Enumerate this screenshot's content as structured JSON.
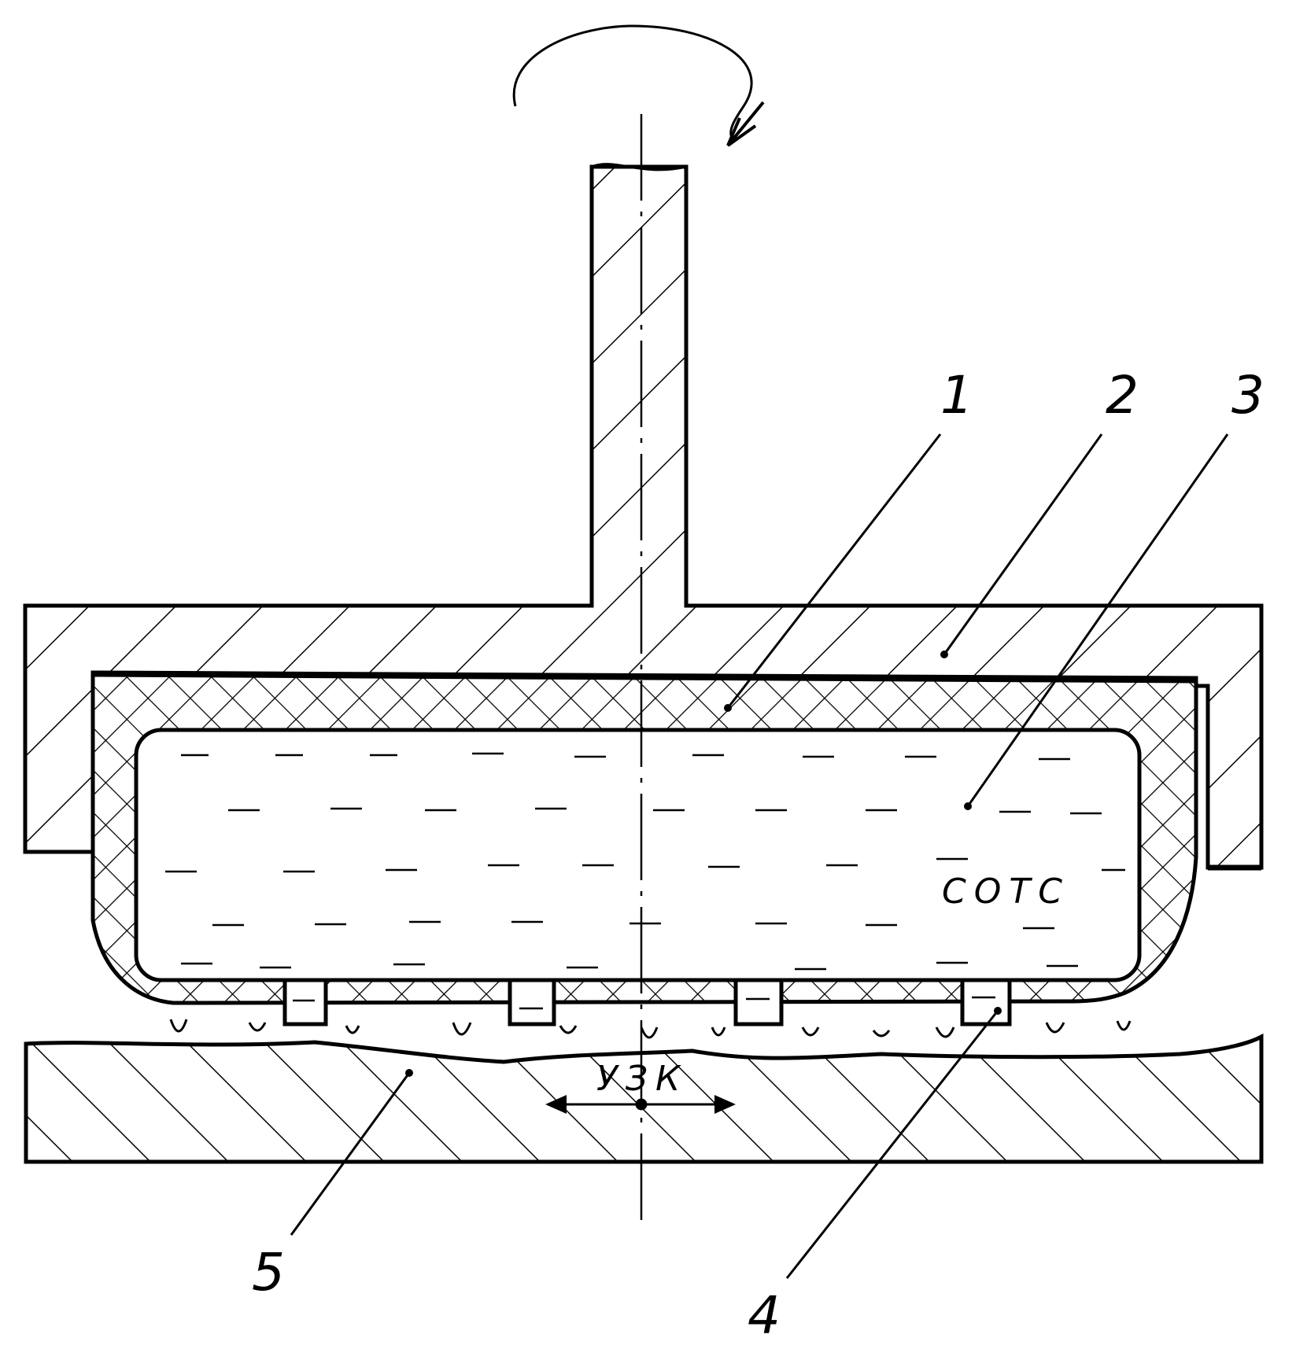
{
  "labels": {
    "part1": "1",
    "part2": "2",
    "part3": "3",
    "part4": "4",
    "part5": "5",
    "fluid": "СОТС",
    "ultrasound": "УЗК"
  },
  "colors": {
    "ink": "#000000",
    "paper": "#ffffff"
  }
}
